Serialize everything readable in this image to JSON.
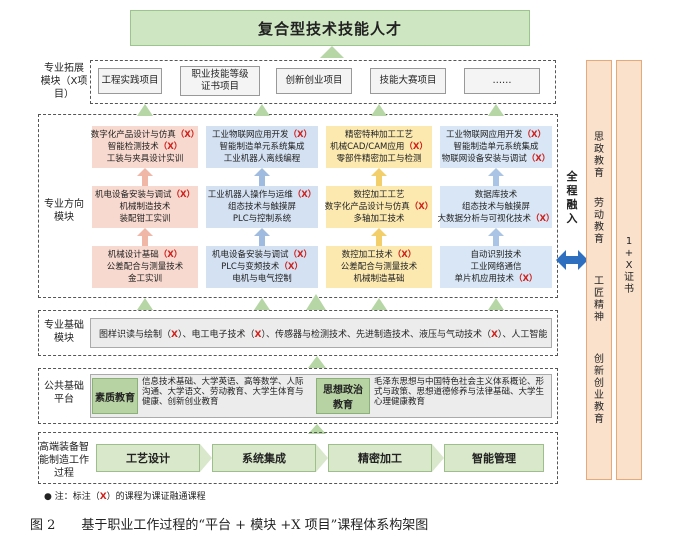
{
  "top_banner": "复合型技术技能人才",
  "rows": {
    "expand_label": "专业拓展模块（X项目）",
    "direction_label": "专业方向模块",
    "base_label": "专业基础模块",
    "public_label": "公共基础平台",
    "process_label": "高端装备智能制造工作过程"
  },
  "expand_items": [
    "工程实践项目",
    "职业技能等级证书项目",
    "创新创业项目",
    "技能大赛项目",
    "……"
  ],
  "columns": [
    {
      "top": [
        "数字化产品设计与仿真（X）",
        "智能检测技术（X）",
        "工装与夹具设计实训"
      ],
      "mid": [
        "机电设备安装与调试（X）",
        "机械制造技术",
        "装配钳工实训"
      ],
      "bot": [
        "机械设计基础（X）",
        "公差配合与测量技术",
        "金工实训"
      ]
    },
    {
      "top": [
        "工业物联网应用开发（X）",
        "智能制造单元系统集成",
        "工业机器人离线编程"
      ],
      "mid": [
        "工业机器人操作与运维（X）",
        "组态技术与触摸屏",
        "PLC与控制系统"
      ],
      "bot": [
        "机电设备安装与调试（X）",
        "PLC与变频技术（X）",
        "电机与电气控制"
      ]
    },
    {
      "top": [
        "精密特种加工工艺",
        "机械CAD/CAM应用（X）",
        "零部件精密加工与检测"
      ],
      "mid": [
        "数控加工工艺",
        "数字化产品设计与仿真（X）",
        "多轴加工技术"
      ],
      "bot": [
        "数控加工技术（X）",
        "公差配合与测量技术",
        "机械制造基础"
      ]
    },
    {
      "top": [
        "工业物联网应用开发（X）",
        "智能制造单元系统集成",
        "物联网设备安装与调试（X）"
      ],
      "mid": [
        "数据库技术",
        "组态技术与触摸屏",
        "大数据分析与可视化技术（X）"
      ],
      "bot": [
        "自动识别技术",
        "工业网络通信",
        "单片机应用技术（X）"
      ]
    }
  ],
  "base_text_parts": [
    "图样识读与绘制（",
    "X",
    "）、电工电子技术（",
    "X",
    "）、传感器与检测技术、先进制造技术、液压与气动技术（",
    "X",
    "）、人工智能"
  ],
  "public": {
    "quality_tag": "素质教育",
    "quality_text": "信息技术基础、大学英语、高等数学、人际沟通、大学语文、劳动教育、大学生体育与健康、创新创业教育",
    "ideology_tag": "思想政治教育",
    "ideology_text": "毛泽东思想与中国特色社会主义体系概论、形式与政策、思想道德修养与法律基础、大学生心理健康教育"
  },
  "process_steps": [
    "工艺设计",
    "系统集成",
    "精密加工",
    "智能管理"
  ],
  "note_parts": [
    "● 注：标注（",
    "X",
    "）的课程为课证融通课程"
  ],
  "side_label": "全程融入",
  "right_items": [
    "思政教育",
    "劳动教育",
    "工匠精神",
    "创新创业教育"
  ],
  "cert_label": "1+X证书",
  "caption": "图 2　　基于职业工作过程的“平台 + 模块 +X 项目”课程体系构架图",
  "colors": {
    "green_box": "#cfe6c2",
    "pink": "#f8d9cf",
    "blue": "#d4e1f2",
    "yellow": "#fbe9b0",
    "orange_col": "#fae1cc",
    "red_mark": "#d0201c",
    "arrow_blue": "#2f6fc0"
  }
}
